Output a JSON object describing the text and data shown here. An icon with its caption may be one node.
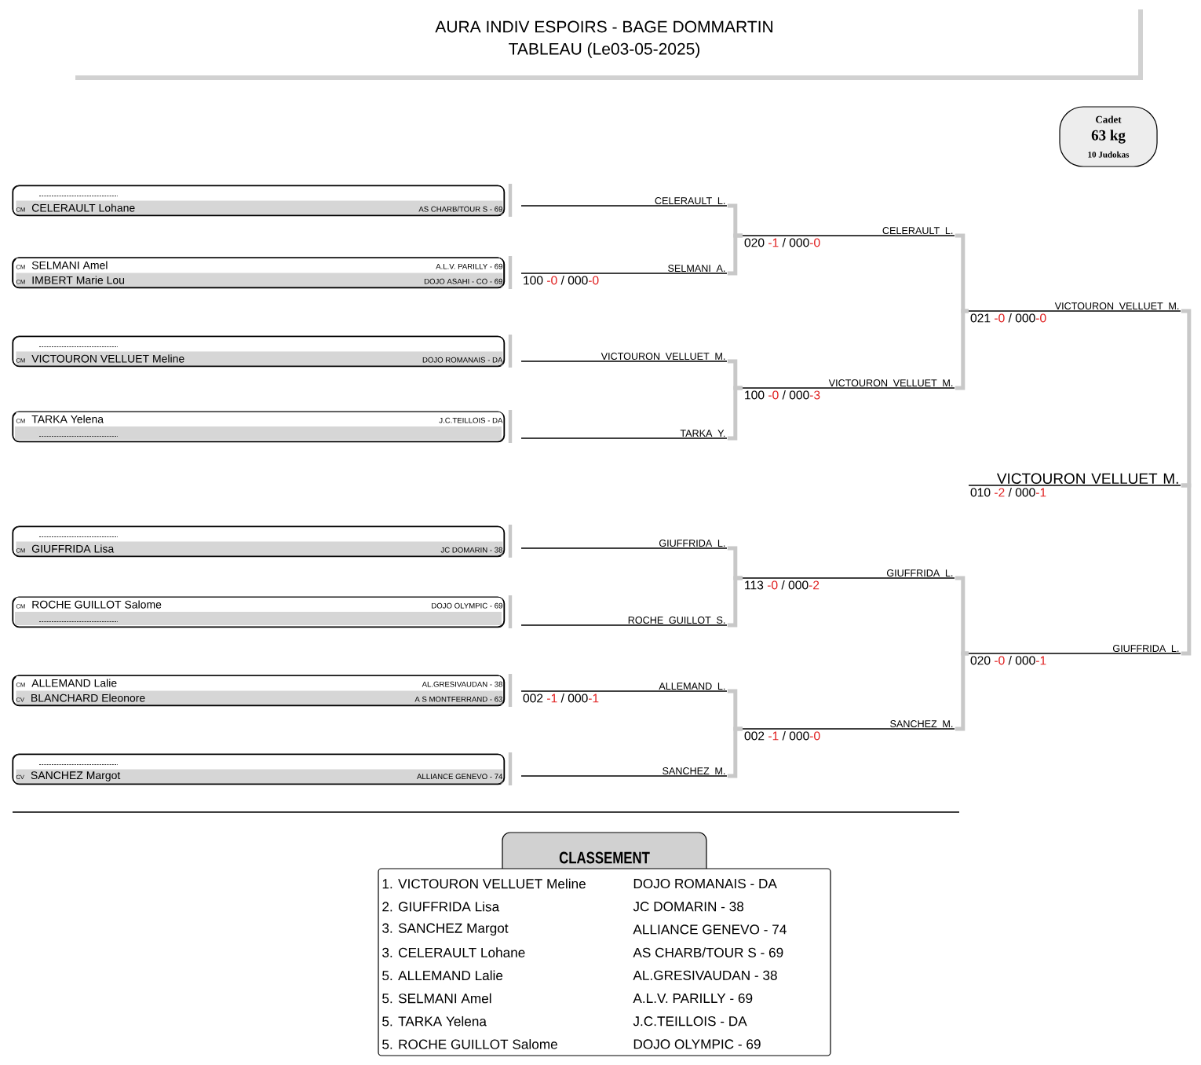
{
  "diagram": {
    "title": "AURA INDIV ESPOIRS - BAGE DOMMARTIN",
    "nodes": [
      {
        "text": [
          "Cadet",
          "63 kg",
          "10 Judokas"
        ]
      },
      {
        "text": [],
        "shape": "box"
      },
      {
        "text": [
          "CM",
          "CELERAULT Lohane",
          "AS CHARB/TOUR S - 69"
        ],
        "in": 1
      },
      {
        "text": [],
        "shape": "box"
      },
      {
        "text": [
          "CM",
          "SELMANI Amel",
          "A.L.V. PARILLY - 69"
        ],
        "in": 3
      },
      {
        "text": [
          "CM",
          "IMBERT Marie Lou",
          "DOJO ASAHI - CO - 69"
        ],
        "in": 3
      },
      {
        "text": [],
        "shape": "box"
      },
      {
        "text": [
          "CM",
          "VICTOURON VELLUET Meline",
          "DOJO ROMANAIS - DA"
        ],
        "in": 6
      },
      {
        "text": [],
        "shape": "box"
      },
      {
        "text": [
          "CM",
          "TARKA Yelena",
          "J.C.TEILLOIS - DA"
        ],
        "in": 8
      },
      {
        "text": [],
        "shape": "box"
      },
      {
        "text": [
          "CM",
          "GIUFFRIDA Lisa",
          "JC DOMARIN - 38"
        ],
        "in": 10
      },
      {
        "text": [],
        "shape": "box"
      },
      {
        "text": [
          "CM",
          "ROCHE GUILLOT Salome",
          "DOJO OLYMPIC - 69"
        ],
        "in": 12
      },
      {
        "text": [],
        "shape": "box"
      },
      {
        "text": [
          "CM",
          "ALLEMAND Lalie",
          "AL.GRESIVAUDAN - 38"
        ],
        "in": 14
      },
      {
        "text": [
          "CV",
          "BLANCHARD Eleonore",
          "A S MONTFERRAND - 63"
        ],
        "in": 14
      },
      {
        "text": [],
        "shape": "box"
      },
      {
        "text": [
          "CV",
          "SANCHEZ Margot",
          "ALLIANCE GENEVO - 74"
        ],
        "in": 17
      },
      {
        "text": [
          "CELERAULT L."
        ]
      },
      {
        "text": [
          "SELMANI A."
        ],
        "beside": [
          "100",
          "-0",
          "/ 000",
          "-0"
        ]
      },
      {
        "text": [
          "VICTOURON VELLUET M."
        ]
      },
      {
        "text": [
          "TARKA Y."
        ]
      },
      {
        "text": [
          "GIUFFRIDA L."
        ]
      },
      {
        "text": [
          "ROCHE GUILLOT S."
        ]
      },
      {
        "text": [
          "ALLEMAND L."
        ],
        "beside": [
          "002",
          "-1",
          "/ 000",
          "-1"
        ]
      },
      {
        "text": [
          "SANCHEZ M."
        ]
      },
      {
        "text": [
          "CELERAULT L."
        ],
        "beside": [
          "020",
          "-1",
          "/ 000",
          "-0"
        ]
      },
      {
        "text": [
          "VICTOURON VELLUET M."
        ],
        "beside": [
          "100",
          "-0",
          "/ 000",
          "-3"
        ]
      },
      {
        "text": [
          "GIUFFRIDA L."
        ],
        "beside": [
          "113",
          "-0",
          "/ 000",
          "-2"
        ]
      },
      {
        "text": [
          "SANCHEZ M."
        ],
        "beside": [
          "002",
          "-1",
          "/ 000",
          "-0"
        ]
      },
      {
        "text": [
          "VICTOURON VELLUET M."
        ],
        "beside": [
          "021",
          "-0",
          "/ 000",
          "-0"
        ]
      },
      {
        "text": [
          "GIUFFRIDA L."
        ],
        "beside": [
          "020",
          "-0",
          "/ 000",
          "-1"
        ]
      },
      {
        "text": [
          "VICTOURON VELLUET M."
        ],
        "beside": [
          "010",
          "-2",
          "/ 000",
          "-1"
        ]
      },
      {
        "text": [
          "CLASSEMENT"
        ]
      }
    ],
    "edges": [
      {
        "from": 19,
        "to": 27,
        "arrow": "none"
      },
      {
        "from": 20,
        "to": 27,
        "arrow": "none"
      },
      {
        "from": 21,
        "to": 28,
        "arrow": "none"
      },
      {
        "from": 22,
        "to": 28,
        "arrow": "none"
      },
      {
        "from": 23,
        "to": 29,
        "arrow": "none"
      },
      {
        "from": 24,
        "to": 29,
        "arrow": "none"
      },
      {
        "from": 25,
        "to": 30,
        "arrow": "none"
      },
      {
        "from": 26,
        "to": 30,
        "arrow": "none"
      },
      {
        "from": 27,
        "to": 31,
        "arrow": "none"
      },
      {
        "from": 28,
        "to": 31,
        "arrow": "none"
      },
      {
        "from": 29,
        "to": 32,
        "arrow": "none"
      },
      {
        "from": 30,
        "to": 32,
        "arrow": "none"
      },
      {
        "from": 31,
        "to": 33,
        "arrow": "none"
      },
      {
        "from": 32,
        "to": 33,
        "arrow": "none"
      }
    ],
    "labels": [
      "TABLEAU (Le03-05-2025)",
      "1. VICTOURON VELLUET Meline",
      "DOJO ROMANAIS - DA",
      "2. GIUFFRIDA Lisa",
      "JC DOMARIN - 38",
      "3. SANCHEZ Margot",
      "ALLIANCE GENEVO - 74",
      "3. CELERAULT Lohane",
      "AS CHARB/TOUR S - 69",
      "5. ALLEMAND Lalie",
      "AL.GRESIVAUDAN - 38",
      "5. SELMANI Amel",
      "A.L.V. PARILLY - 69",
      "5. TARKA Yelena",
      "J.C.TEILLOIS - DA",
      "5. ROCHE GUILLOT Salome",
      "DOJO OLYMPIC - 69"
    ]
  }
}
